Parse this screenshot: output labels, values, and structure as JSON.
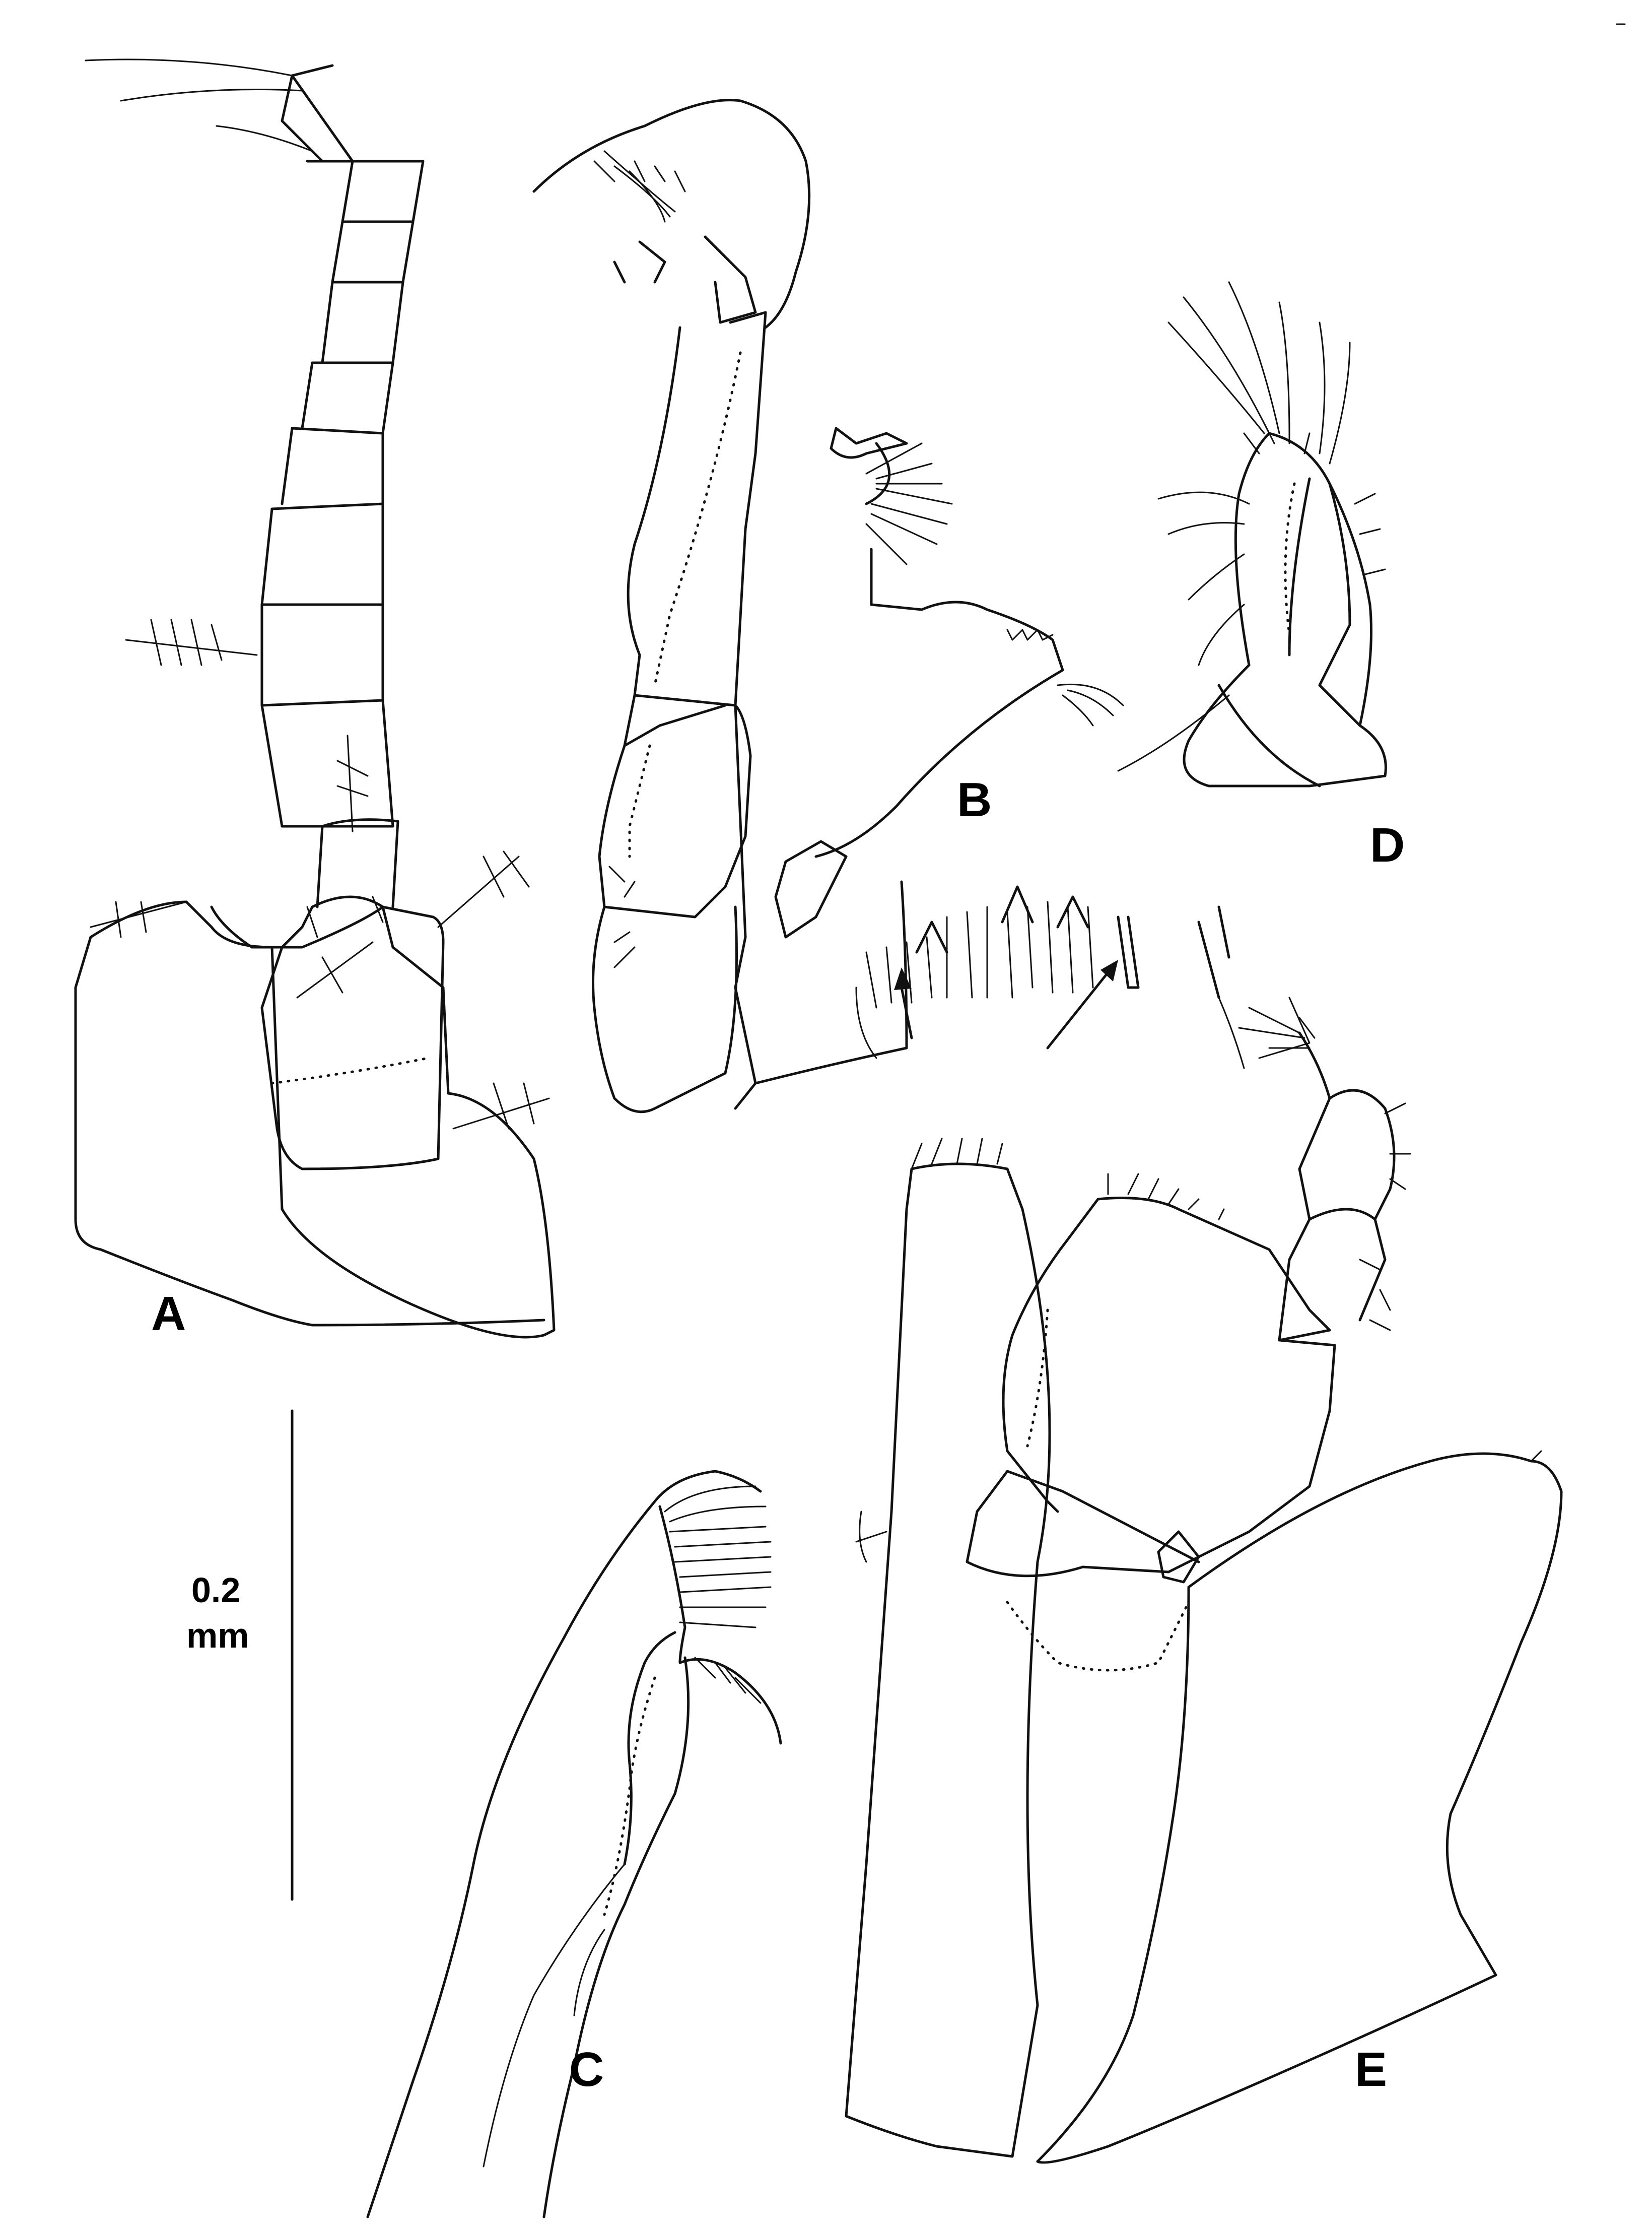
{
  "panels": {
    "a": {
      "label": "A"
    },
    "b": {
      "label": "B"
    },
    "c": {
      "label": "C"
    },
    "d": {
      "label": "D"
    },
    "e": {
      "label": "E"
    }
  },
  "scale_bar": {
    "value": "0.2",
    "unit": "mm"
  }
}
